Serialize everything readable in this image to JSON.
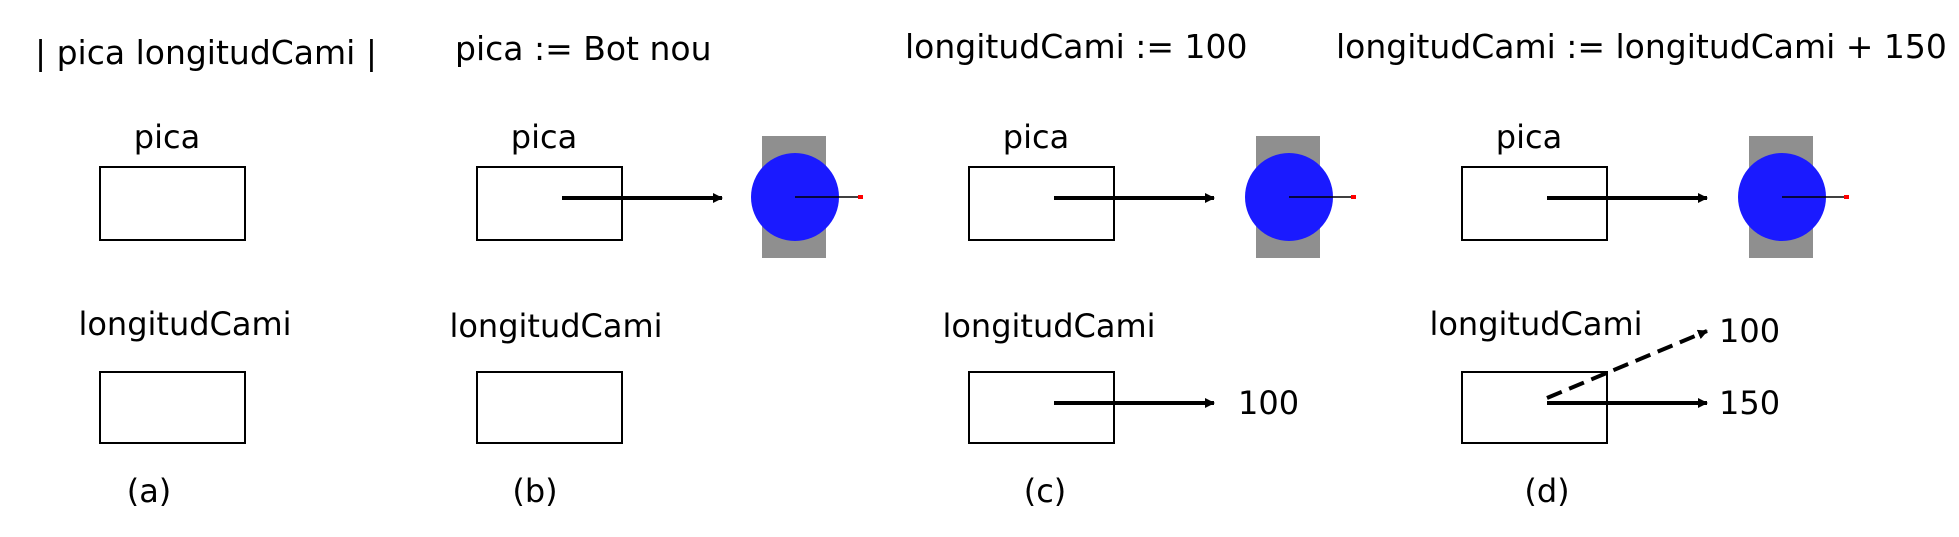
{
  "statements": [
    "| pica longitudCami |",
    "pica := Bot nou",
    "longitudCami := 100",
    "longitudCami := longitudCami + 150"
  ],
  "panels": [
    {
      "caption": "(a)",
      "var_top": "pica",
      "var_bottom": "longitudCami",
      "has_robot": false,
      "values": []
    },
    {
      "caption": "(b)",
      "var_top": "pica",
      "var_bottom": "longitudCami",
      "has_robot": true,
      "values": []
    },
    {
      "caption": "(c)",
      "var_top": "pica",
      "var_bottom": "longitudCami",
      "has_robot": true,
      "values": [
        "100"
      ]
    },
    {
      "caption": "(d)",
      "var_top": "pica",
      "var_bottom": "longitudCami",
      "has_robot": true,
      "values": [
        "100",
        "150"
      ],
      "old_value_dashed": true
    }
  ],
  "colors": {
    "robot_body": "#1a1aff",
    "robot_wheels": "#8f8f8f",
    "robot_pen": "#ff0000",
    "line": "#000000"
  },
  "icons": {
    "robot": "robot-icon",
    "arrow": "reference-arrow"
  }
}
